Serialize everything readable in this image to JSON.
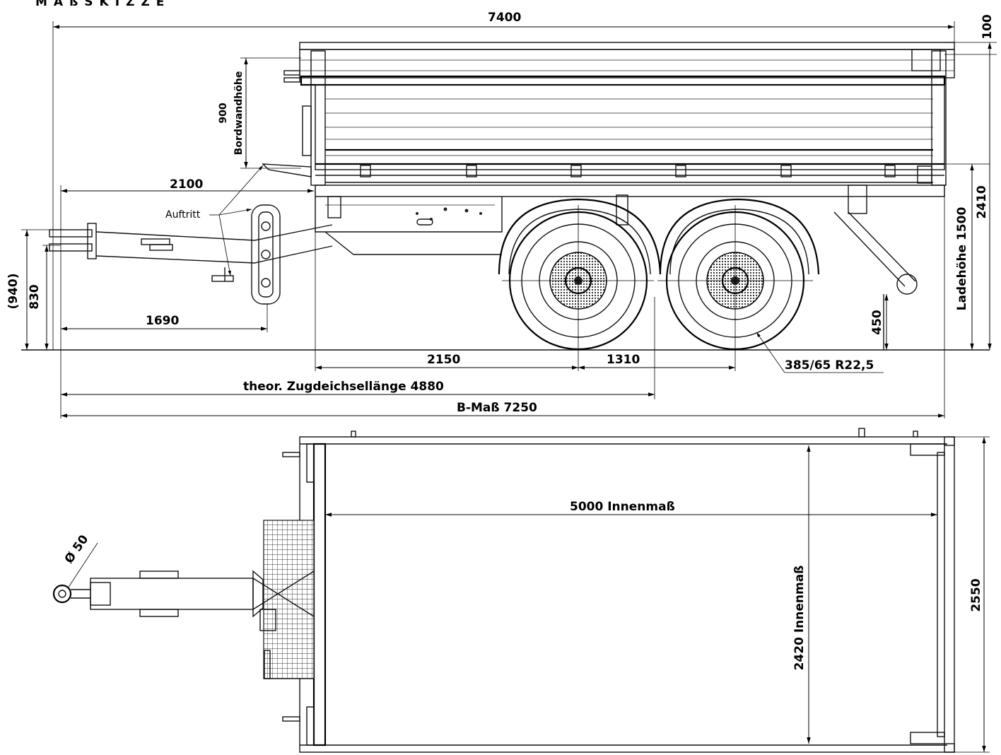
{
  "title": "MAßSKIZZE",
  "side_view": {
    "overall_length": "7400",
    "top_offset": "100",
    "sidewall_height_value": "900",
    "sidewall_height_label": "Bordwandhöhe",
    "drawbar_to_body": "2100",
    "step_label": "Auftritt",
    "coupling_height_paren": "(940)",
    "coupling_height": "830",
    "support_distance": "1690",
    "front_to_axle": "2150",
    "axle_spacing": "1310",
    "tire_size": "385/65 R22,5",
    "drawbar_length": "theor. Zugdeichsellänge 4880",
    "b_dimension": "B-Maß 7250",
    "loading_height": "Ladehöhe 1500",
    "total_height": "2410",
    "rear_underrun_height": "450"
  },
  "top_view": {
    "inner_length": "5000 Innenmaß",
    "inner_width": "2420 Innenmaß",
    "overall_width": "2550",
    "eye_diameter": "Ø 50"
  },
  "colors": {
    "line": "#111111",
    "background": "#ffffff"
  }
}
